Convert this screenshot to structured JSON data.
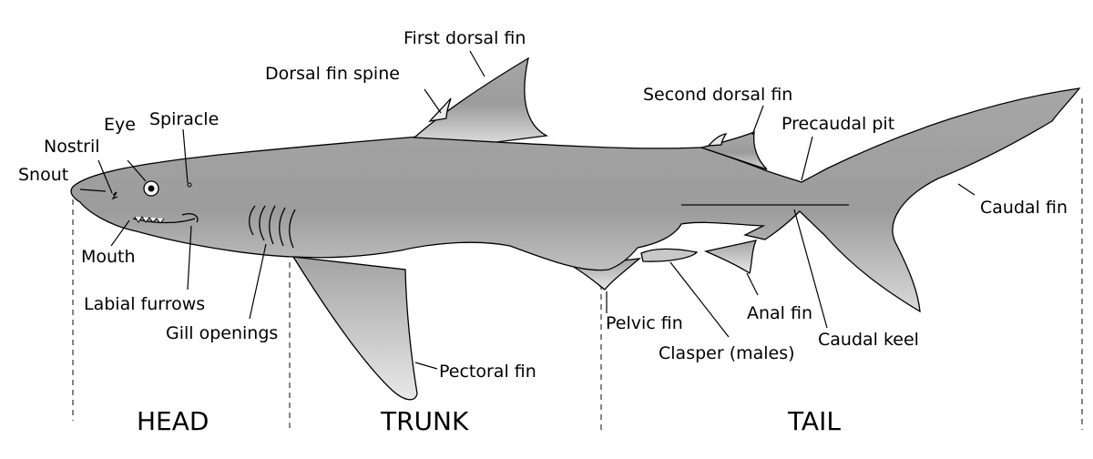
{
  "labels": {
    "first_dorsal_fin": "First dorsal fin",
    "dorsal_fin_spine": "Dorsal fin spine",
    "second_dorsal_fin": "Second dorsal fin",
    "precaudal_pit": "Precaudal pit",
    "eye": "Eye",
    "spiracle": "Spiracle",
    "nostril": "Nostril",
    "snout": "Snout",
    "caudal_fin": "Caudal fin",
    "mouth": "Mouth",
    "labial_furrows": "Labial furrows",
    "gill_openings": "Gill openings",
    "pelvic_fin": "Pelvic fin",
    "anal_fin": "Anal fin",
    "caudal_keel": "Caudal keel",
    "clasper": "Clasper (males)",
    "pectoral_fin": "Pectoral fin"
  },
  "regions": {
    "head": "HEAD",
    "trunk": "TRUNK",
    "tail": "TAIL"
  },
  "colors": {
    "body_light": "#e6e6e6",
    "body_dark": "#9a9a9a",
    "outline": "#000000"
  }
}
